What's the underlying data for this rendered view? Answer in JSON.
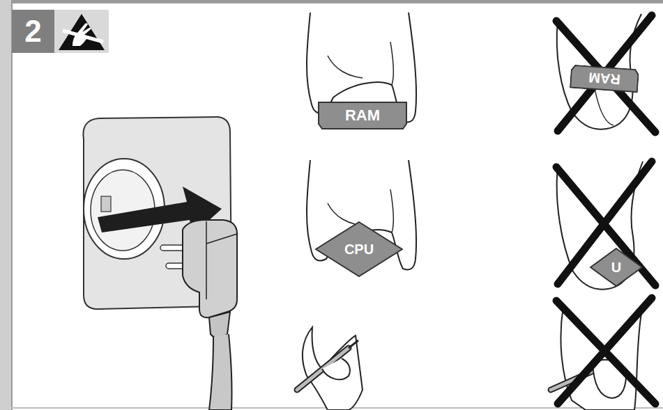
{
  "diagram": {
    "nodes": [
      {
        "text": [
          "2"
        ]
      },
      {
        "text": [
          "RAM"
        ]
      },
      {
        "text": [
          "RAM"
        ]
      },
      {
        "text": [
          "CPU"
        ]
      },
      {
        "text": [
          "U"
        ]
      }
    ]
  }
}
